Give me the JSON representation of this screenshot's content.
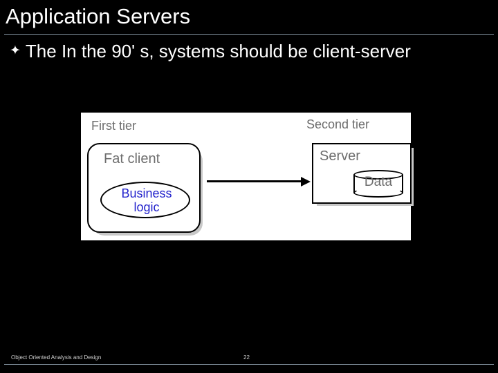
{
  "slide": {
    "title": "Application Servers",
    "bullet_glyph": "✦",
    "bullet_text": "The In the 90' s, systems should be client-server",
    "figure": {
      "first_tier_label": "First tier",
      "second_tier_label": "Second tier",
      "fat_client_label": "Fat client",
      "business_logic_line1": "Business",
      "business_logic_line2": "logic",
      "server_label": "Server",
      "data_label": "Data",
      "arrow_name": "request-arrow"
    },
    "footer": {
      "course": "Object Oriented Analysis and Design",
      "page_number": "22"
    },
    "colors": {
      "background": "#000000",
      "text": "#ffffff",
      "rule": "#8a9aa8",
      "figure_bg": "#ffffff",
      "figure_text": "#6d6d6d",
      "business_logic_text": "#2222cc",
      "shadow": "#c8c8c8"
    }
  }
}
